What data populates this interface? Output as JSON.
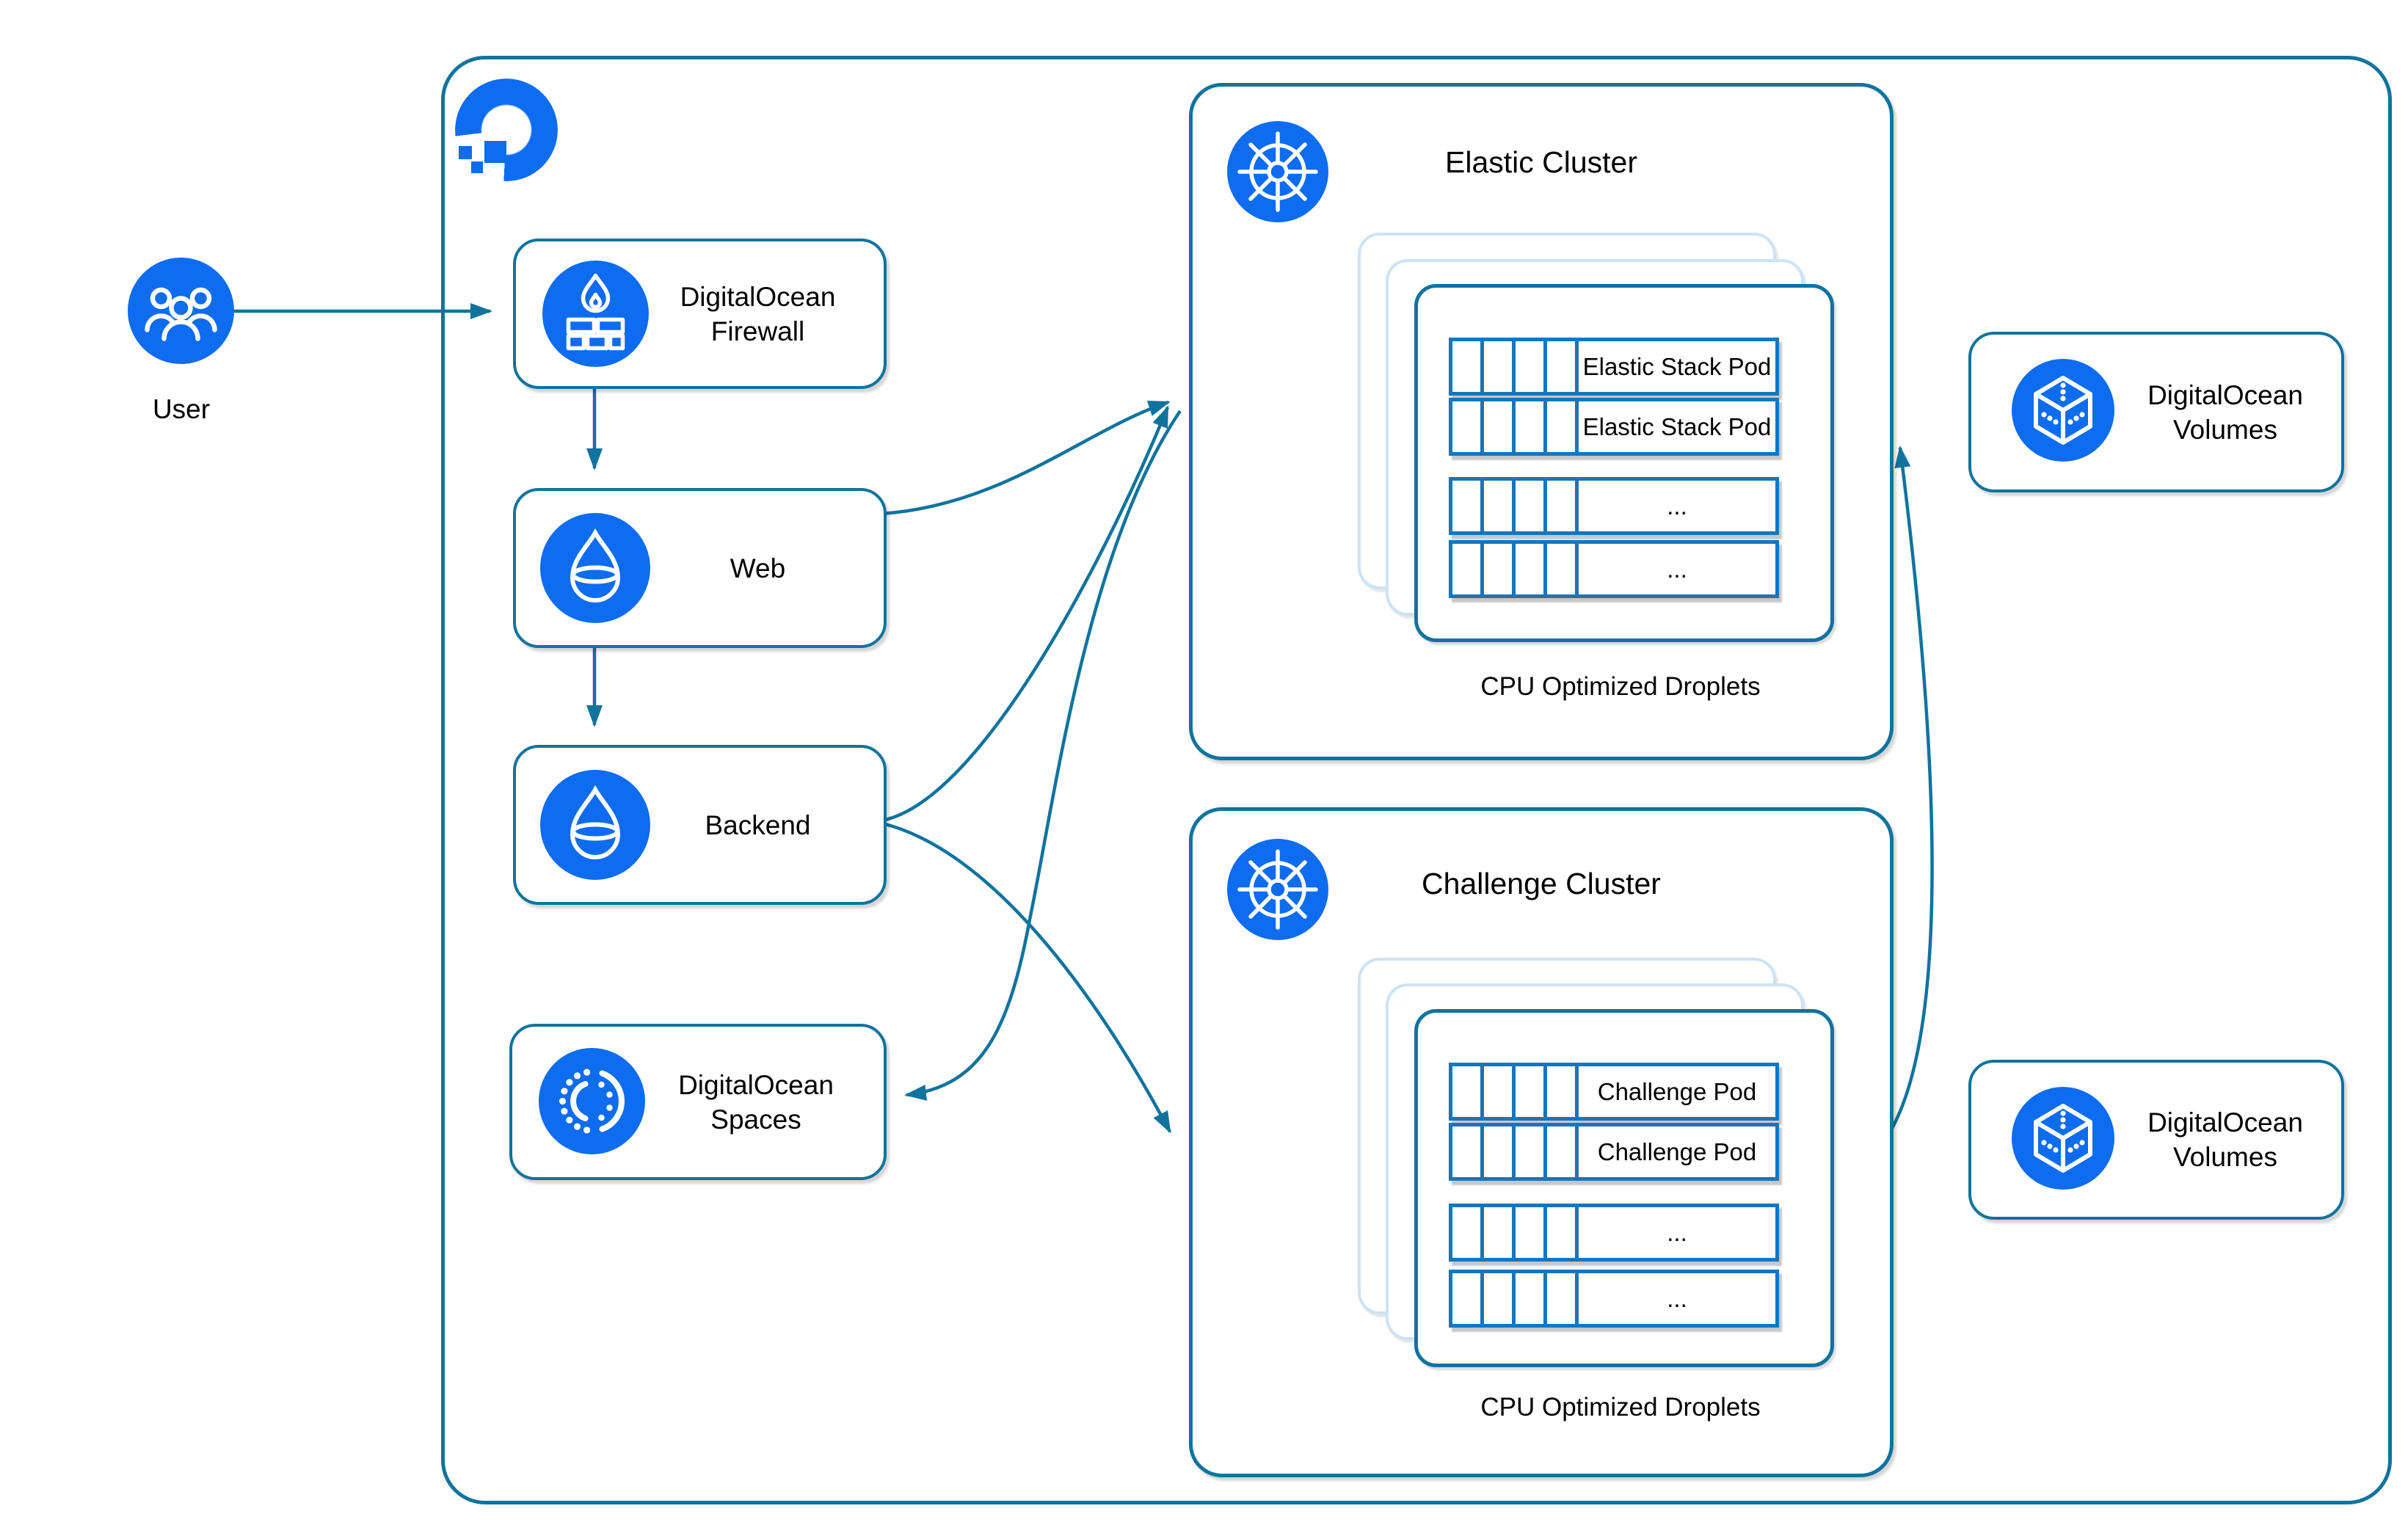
{
  "diagram_title": "DigitalOcean architecture diagram",
  "colors": {
    "connector_stroke": "#10739E",
    "node_border": "#10739E",
    "pod_border": "#1775BC",
    "ghost_card_border": "#CCE3F5",
    "icon_blue": "#0D6CF0",
    "text": "#000000",
    "background": "#FFFFFF"
  },
  "user": {
    "label": "User"
  },
  "nodes": {
    "firewall": {
      "line1": "DigitalOcean",
      "line2": "Firewall"
    },
    "web": {
      "label": "Web"
    },
    "backend": {
      "label": "Backend"
    },
    "spaces": {
      "line1": "DigitalOcean",
      "line2": "Spaces"
    }
  },
  "clusters": {
    "elastic": {
      "title": "Elastic Cluster",
      "pods": [
        "Elastic Stack Pod",
        "Elastic Stack Pod",
        "...",
        "..."
      ],
      "caption": "CPU Optimized Droplets"
    },
    "challenge": {
      "title": "Challenge Cluster",
      "pods": [
        "Challenge Pod",
        "Challenge Pod",
        "...",
        "..."
      ],
      "caption": "CPU Optimized Droplets"
    }
  },
  "volumes": {
    "top": {
      "line1": "DigitalOcean",
      "line2": "Volumes"
    },
    "bottom": {
      "line1": "DigitalOcean",
      "line2": "Volumes"
    }
  },
  "edges": [
    {
      "from": "User",
      "to": "DigitalOcean Firewall"
    },
    {
      "from": "DigitalOcean Firewall",
      "to": "Web"
    },
    {
      "from": "Web",
      "to": "Backend"
    },
    {
      "from": "Web",
      "to": "Elastic Cluster"
    },
    {
      "from": "Backend",
      "to": "Elastic Cluster"
    },
    {
      "from": "Backend",
      "to": "Challenge Cluster"
    },
    {
      "from": "Elastic Cluster",
      "to": "DigitalOcean Spaces"
    },
    {
      "from": "Challenge Cluster",
      "to": "Elastic Cluster"
    }
  ]
}
